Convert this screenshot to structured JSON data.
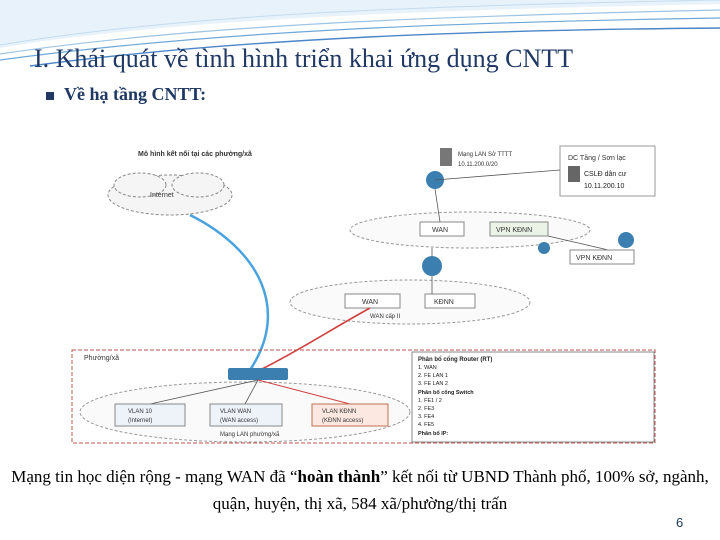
{
  "slide": {
    "title": "I. Khái quát về tình hình triển khai ứng dụng CNTT",
    "bullet": "Về hạ tầng CNTT:",
    "page_number": "6"
  },
  "caption": {
    "before": "Mạng tin học diện rộng - mạng WAN đã “",
    "bold": "hoàn thành",
    "after": "” kết nối từ UBND Thành phố, 100% sở, ngành, quận, huyện, thị xã, 584 xã/phường/thị trấn"
  },
  "diagram": {
    "heading": "Mô hình kết nối tại các phường/xã",
    "internet": "Internet",
    "lan_city": "Mạng LAN Sở TTTT",
    "lan_city_ip": "10.11.200.0/20",
    "dc_top": "DC Tầng / Sơn lạc",
    "csld": "CSLĐ dân cư",
    "csld_ip": "10.11.200.10",
    "wan_top": "WAN",
    "vpn_top": "VPN KĐNN",
    "vpn_right": "VPN KĐNN",
    "wan_mid": "WAN",
    "kdnn_mid": "KĐNN",
    "wan_cap2": "WAN cấp II",
    "ward": "Phường/xã",
    "lan1": "VLAN 10",
    "lan1b": "(Internet)",
    "lan2": "VLAN WAN",
    "lan2b": "(WAN access)",
    "lan3": "VLAN KĐNN",
    "lan3b": "(KĐNN access)",
    "lan_label": "Mạng LAN phường/xã",
    "legend_title": "Phân bổ cổng Router (RT)",
    "legend_lines": [
      "1. WAN",
      "2. FE LAN 1",
      "3. FE LAN 2",
      "Phân bổ cổng Switch",
      "1. FE1 / 2",
      "2. FE3",
      "3. FE4",
      "4. FE5",
      "Phân bổ IP:"
    ],
    "colors": {
      "internet_link": "#4aa3df",
      "wan_link": "#d04040",
      "frame": "#c0504d"
    }
  }
}
